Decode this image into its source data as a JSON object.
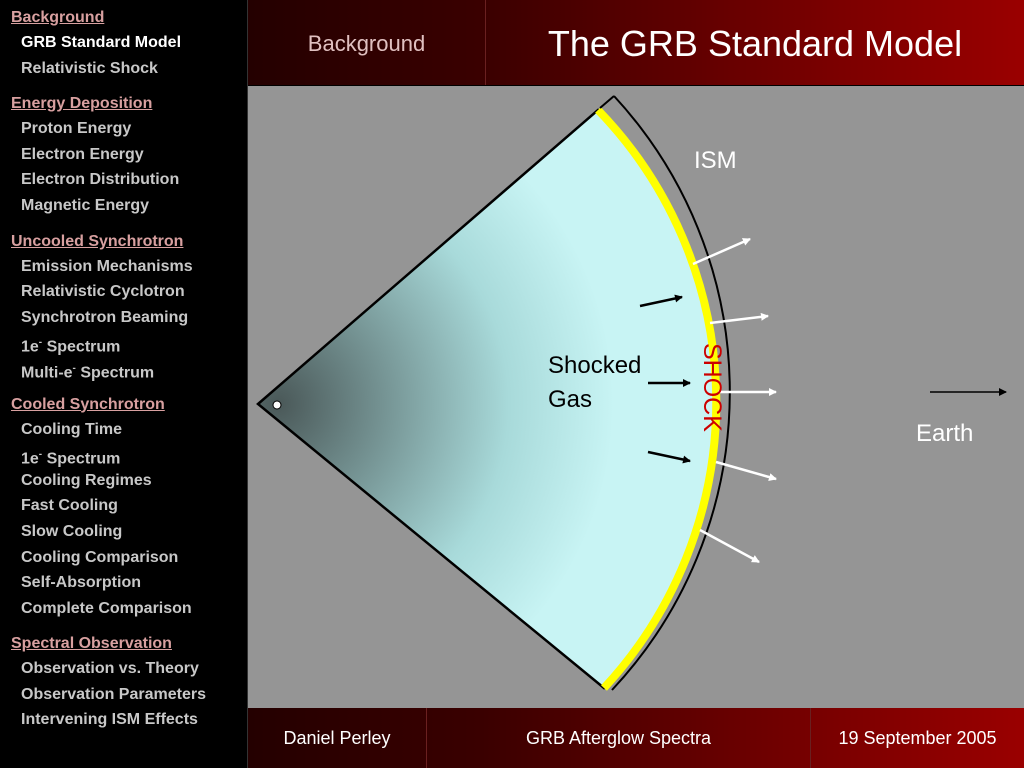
{
  "sidebar": {
    "sections": [
      {
        "heading": "Background",
        "items": [
          {
            "label": "GRB Standard Model",
            "active": true
          },
          {
            "label": "Relativistic Shock"
          }
        ]
      },
      {
        "heading": "Energy Deposition",
        "items": [
          {
            "label": "Proton Energy"
          },
          {
            "label": "Electron Energy"
          },
          {
            "label": "Electron Distribution"
          },
          {
            "label": "Magnetic Energy"
          }
        ]
      },
      {
        "heading": "Uncooled Synchrotron",
        "items": [
          {
            "label": "Emission Mechanisms"
          },
          {
            "label": "Relativistic Cyclotron"
          },
          {
            "label": "Synchrotron Beaming"
          },
          {
            "label": "1e",
            "sup": "-",
            "suffix": " Spectrum"
          },
          {
            "label": "Multi-e",
            "sup": "-",
            "suffix": " Spectrum"
          }
        ]
      },
      {
        "heading": "Cooled Synchrotron",
        "items": [
          {
            "label": "Cooling Time"
          },
          {
            "label": "1e",
            "sup": "-",
            "suffix": " Spectrum"
          },
          {
            "label": "Cooling Regimes"
          },
          {
            "label": "Fast Cooling"
          },
          {
            "label": "Slow Cooling"
          },
          {
            "label": "Cooling Comparison"
          },
          {
            "label": "Self-Absorption"
          },
          {
            "label": "Complete Comparison"
          }
        ]
      },
      {
        "heading": "Spectral Observation",
        "items": [
          {
            "label": "Observation vs. Theory"
          },
          {
            "label": "Observation Parameters"
          },
          {
            "label": "Intervening ISM Effects"
          }
        ]
      }
    ]
  },
  "header": {
    "section": "Background",
    "title": "The GRB Standard Model"
  },
  "diagram": {
    "ism_label": "ISM",
    "shocked_line1": "Shocked",
    "shocked_line2": "Gas",
    "shock_label": "SHOCK",
    "earth_label": "Earth",
    "colors": {
      "background": "#959595",
      "gas_light": "#c8f4f4",
      "gas_dark": "#4a5858",
      "shock": "#ffff00",
      "shock_text": "#cc0000"
    }
  },
  "footer": {
    "author": "Daniel Perley",
    "talk": "GRB Afterglow Spectra",
    "date": "19 September 2005"
  }
}
